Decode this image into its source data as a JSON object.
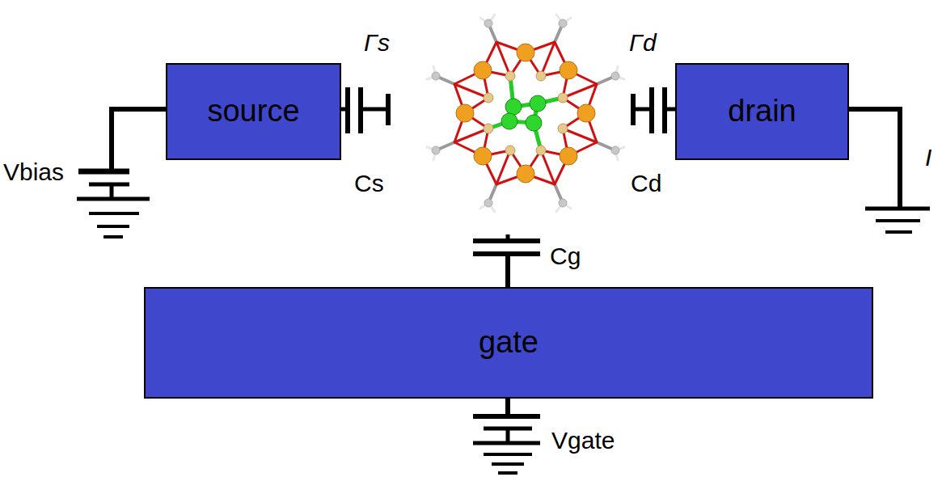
{
  "diagram": {
    "nodes": [
      {
        "text": [
          "source"
        ]
      },
      {
        "text": [
          "drain"
        ]
      },
      {
        "text": [
          "gate"
        ]
      }
    ],
    "labels": [
      "Γs",
      "Γd",
      "Vbias",
      "Cs",
      "Cd",
      "I",
      "Cg",
      "Vgate"
    ]
  }
}
